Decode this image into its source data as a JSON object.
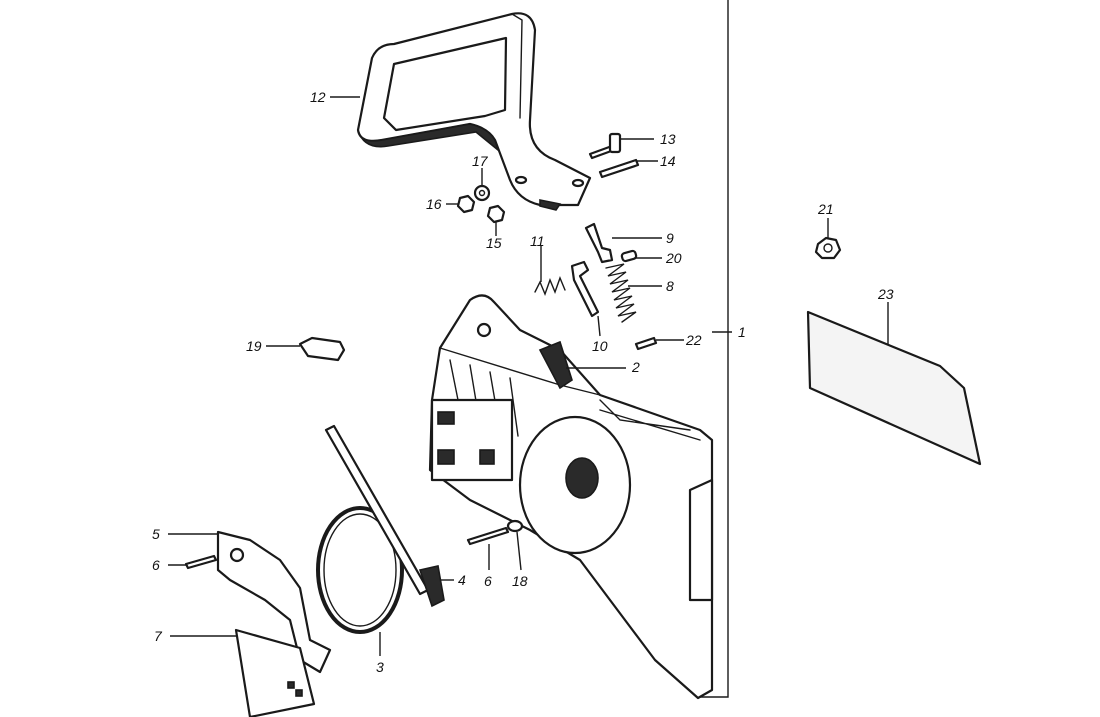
{
  "callouts": {
    "c1": "1",
    "c2": "2",
    "c3": "3",
    "c4": "4",
    "c5": "5",
    "c6a": "6",
    "c6b": "6",
    "c7": "7",
    "c8": "8",
    "c9": "9",
    "c10": "10",
    "c11": "11",
    "c12": "12",
    "c13": "13",
    "c14": "14",
    "c15": "15",
    "c16": "16",
    "c17": "17",
    "c18": "18",
    "c19": "19",
    "c20": "20",
    "c21": "21",
    "c22": "22",
    "c23": "23"
  }
}
